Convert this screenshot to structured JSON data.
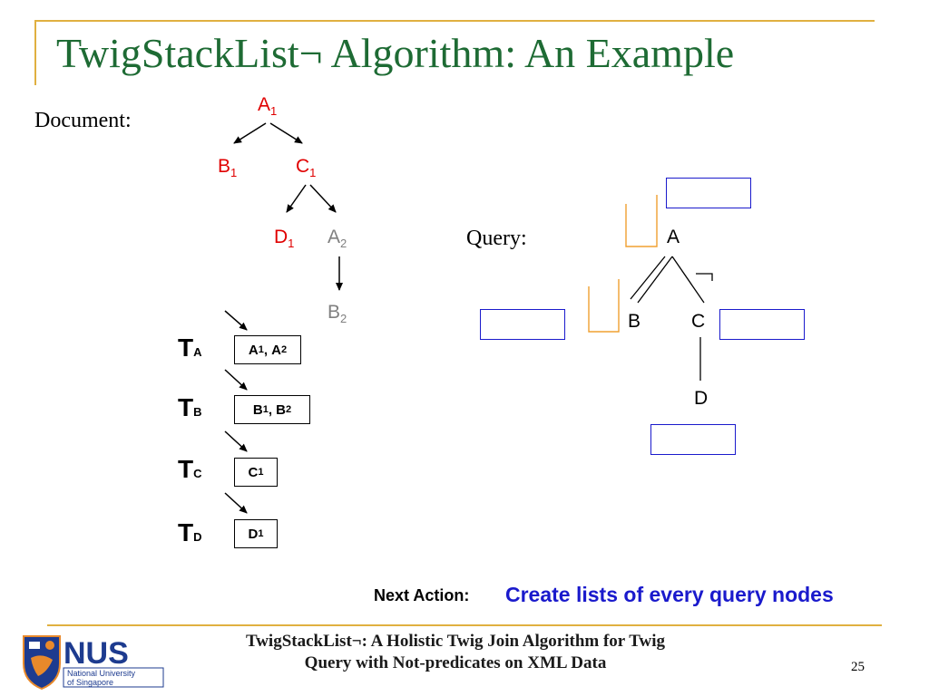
{
  "slide": {
    "title": "TwigStackList¬ Algorithm: An Example",
    "document_label": "Document:",
    "query_label": "Query:",
    "page_number": "25",
    "colors": {
      "title": "#1e6b34",
      "accent_rule": "#e0b040",
      "red": "#e00000",
      "blue": "#1a1acc",
      "grey": "#808080",
      "orange": "#f0a030"
    }
  },
  "document_tree": {
    "a1": {
      "letter": "A",
      "sub": "1"
    },
    "b1": {
      "letter": "B",
      "sub": "1"
    },
    "c1": {
      "letter": "C",
      "sub": "1"
    },
    "d1": {
      "letter": "D",
      "sub": "1"
    },
    "a2": {
      "letter": "A",
      "sub": "2"
    },
    "b2": {
      "letter": "B",
      "sub": "2"
    }
  },
  "streams": [
    {
      "letter": "T",
      "sub": "A",
      "items": [
        {
          "letter": "A",
          "sub": "1"
        },
        {
          "letter": "A",
          "sub": "2"
        }
      ]
    },
    {
      "letter": "T",
      "sub": "B",
      "items": [
        {
          "letter": "B",
          "sub": "1"
        },
        {
          "letter": "B",
          "sub": "2"
        }
      ]
    },
    {
      "letter": "T",
      "sub": "C",
      "items": [
        {
          "letter": "C",
          "sub": "1"
        }
      ]
    },
    {
      "letter": "T",
      "sub": "D",
      "items": [
        {
          "letter": "D",
          "sub": "1"
        }
      ]
    }
  ],
  "query_tree": {
    "a": "A",
    "b": "B",
    "c": "C",
    "d": "D",
    "negation": "¬"
  },
  "next_action": {
    "label": "Next Action:",
    "text": "Create lists of every query nodes"
  },
  "footer": {
    "line1": "TwigStackList¬: A Holistic Twig Join Algorithm for Twig",
    "line2": "Query with  Not-predicates on XML Data",
    "logo_text": "NUS",
    "logo_sub1": "National University",
    "logo_sub2": "of Singapore"
  }
}
